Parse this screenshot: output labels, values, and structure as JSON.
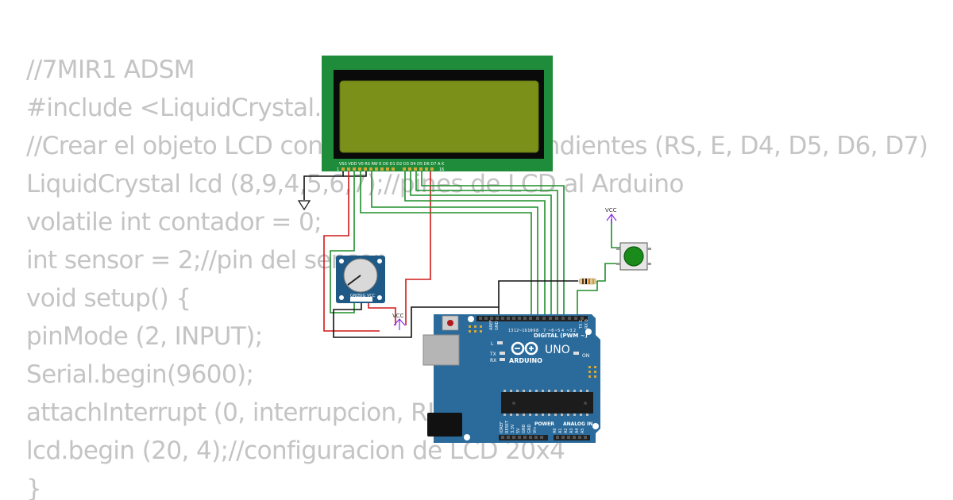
{
  "code": {
    "lines": [
      "//7MIR1 ADSM",
      "#include <LiquidCrystal.h>",
      "//Crear el objeto LCD con los pines correspondientes (RS, E, D4, D5, D6, D7)",
      "LiquidCrystal lcd (8,9,4,5,6,7);//pines de LCD al Arduino",
      "volatile int contador = 0;",
      "int sensor = 2;//pin del sensor",
      "void setup() {",
      "pinMode (2, INPUT);",
      "Serial.begin(9600);",
      "attachInterrupt (0, interrupcion, RISING);",
      "lcd.begin (20, 4);//configuracion de LCD 20x4",
      "}"
    ]
  },
  "lcd": {
    "pin_labels": "VSS VDD V0  RS  RW  E   D0  D1  D2  D3  D4  D5  D6  D7  A   K",
    "pin_num_first": "1",
    "pin_num_last": "16",
    "pcb_color": "#1f8c3b",
    "screen_color": "#7b9019"
  },
  "arduino": {
    "logo": "ARDUINO",
    "model": "UNO",
    "digital_header": "DIGITAL (PWM ~)",
    "power_header": "POWER",
    "analog_header": "ANALOG IN",
    "on_label": "ON",
    "tx_label": "TX",
    "rx_label": "RX",
    "l_label": "L",
    "aref_label": "AREF",
    "gnd_label": "GND",
    "digital_pins": [
      "13",
      "12",
      "~11",
      "~10",
      "~9",
      "8",
      "7",
      "~6",
      "~5",
      "4",
      "~3",
      "2",
      "TX 1",
      "RX 0"
    ],
    "power_pins": [
      "IOREF",
      "RESET",
      "3.3V",
      "5V",
      "GND",
      "GND",
      "Vin"
    ],
    "analog_pins": [
      "A0",
      "A1",
      "A2",
      "A3",
      "A4",
      "A5"
    ],
    "board_color": "#2a6b9c"
  },
  "labels": {
    "vcc_button": "VCC",
    "vcc_pot": "VCC"
  },
  "pot": {
    "pin_labels": [
      "GND",
      "SIG",
      "VCC"
    ]
  },
  "colors": {
    "wire_green": "#1e8f2a",
    "wire_red": "#d01818",
    "wire_black": "#111111",
    "vcc_purple": "#8a2be2",
    "button_cap": "#1a8a1a"
  }
}
